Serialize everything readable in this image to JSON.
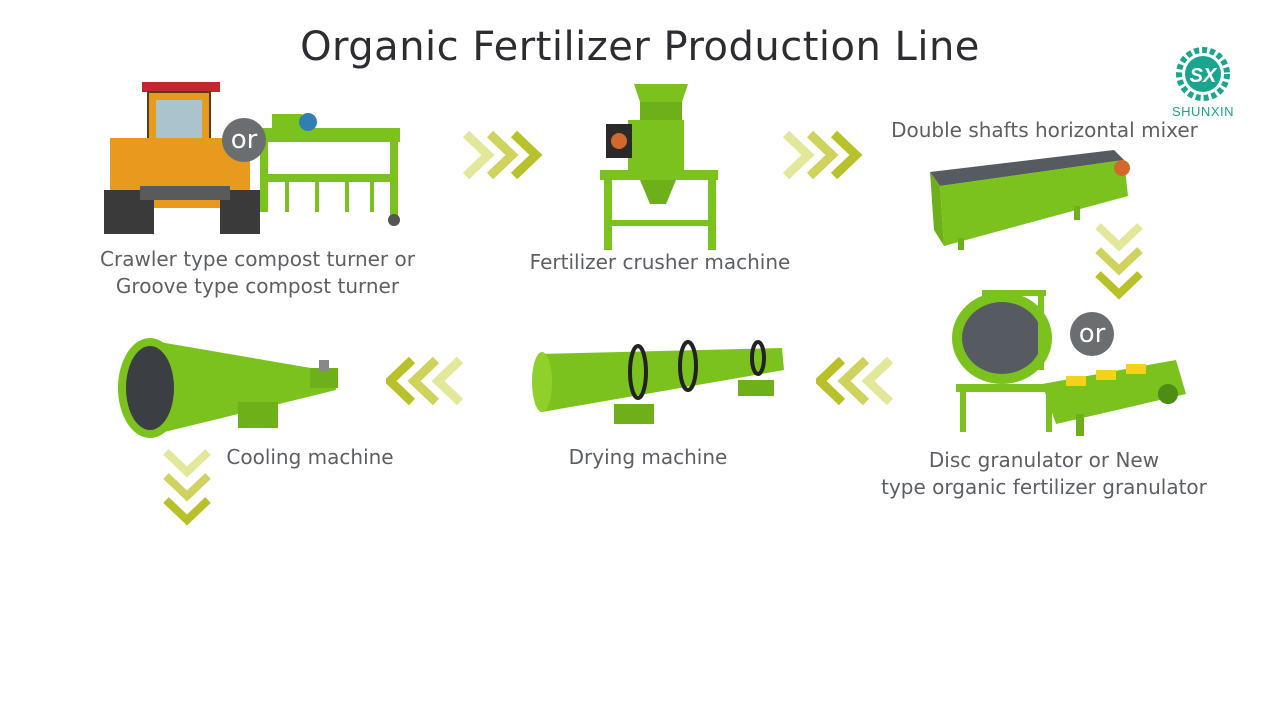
{
  "title": "Organic Fertilizer Production Line",
  "brand": {
    "name": "SHUNXIN",
    "mark": "SX"
  },
  "steps": [
    {
      "id": "composting",
      "label_lines": [
        "Crawler type compost turner or",
        "Groove type compost turner"
      ],
      "alt_badge": "or"
    },
    {
      "id": "crushing",
      "label_lines": [
        "Fertilizer crusher machine"
      ]
    },
    {
      "id": "mixing",
      "label_lines": [
        "Double shafts horizontal mixer"
      ]
    },
    {
      "id": "granulating",
      "label_lines": [
        "Disc granulator or New",
        "type organic fertilizer granulator"
      ],
      "alt_badge": "or"
    },
    {
      "id": "drying",
      "label_lines": [
        "Drying machine"
      ]
    },
    {
      "id": "cooling",
      "label_lines": [
        "Cooling machine"
      ]
    }
  ],
  "colors": {
    "machine_green": "#7cc21f",
    "arrow_dark": "#b9c12a",
    "arrow_light": "#e3e79a",
    "badge": "#6b6e70",
    "brand": "#1aa58f"
  }
}
